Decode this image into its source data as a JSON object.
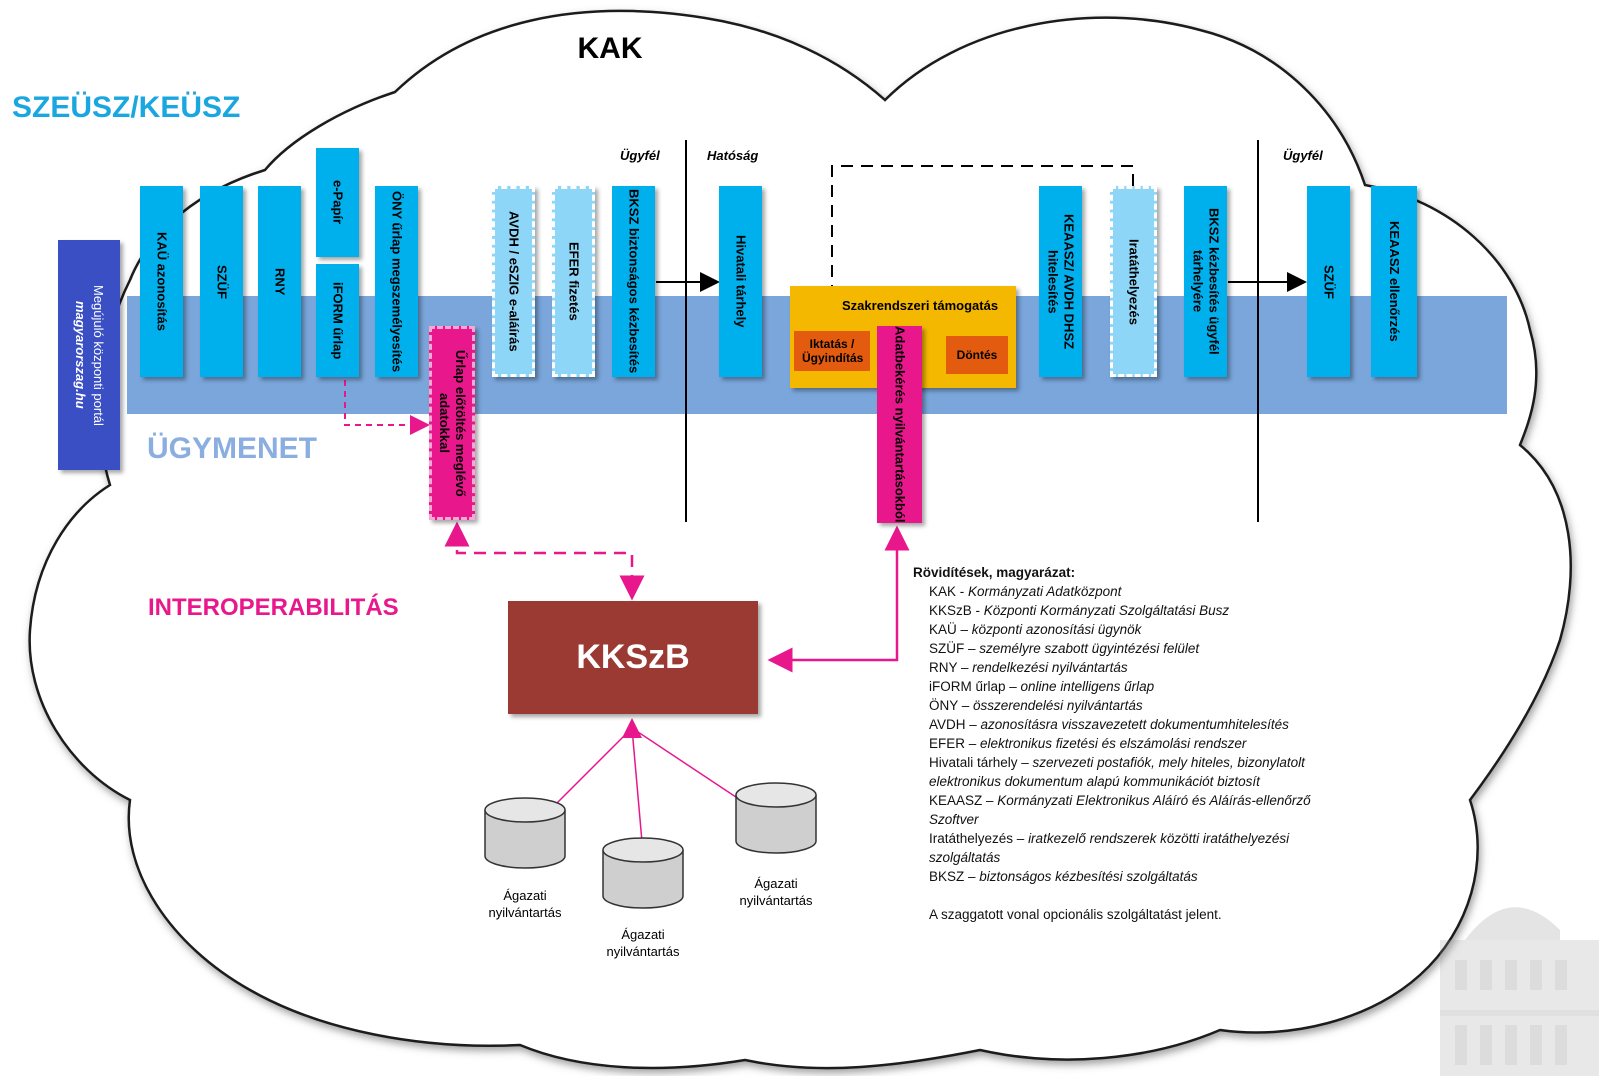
{
  "title_kak": "KAK",
  "label_szeusz": "SZEÜSZ/KEÜSZ",
  "label_ugymenet": "ÜGYMENET",
  "label_interop": "INTEROPERABILITÁS",
  "portal": {
    "line1": "Megújuló központi portál",
    "line2": "magyarorszag.hu"
  },
  "boxes": {
    "kau": "KAÜ azonosítás",
    "szuf1": "SZÜF",
    "rny": "RNY",
    "epapir": "e-Papír",
    "iform": "iFORM űrlap",
    "ony": "ÖNY űrlap megszemélyesítés",
    "urlap": "Űrlap előtöltés meglévő adatokkal",
    "avdh": "AVDH / eSZIG e-aláírás",
    "efer": "EFER fizetés",
    "bksz1": "BKSZ biztonságos kézbesítés",
    "hivatali": "Hivatali tárhely",
    "adatbekeres": "Adatbekérés nyilvántartásokból",
    "keaasz_avdh": "KEAASZ/ AVDH DHSZ hitelesítés",
    "irat": "Iratáthelyezés",
    "bksz2": "BKSZ kézbesítés ügyfél tárhelyére",
    "szuf2": "SZÜF",
    "keaasz_ell": "KEAASZ ellenőrzés"
  },
  "szakrendszer": {
    "title": "Szakrendszeri támogatás",
    "iktatas": "Iktatás / Ügyindítás",
    "dontes": "Döntés"
  },
  "headers": {
    "ugyfel1": "Ügyfél",
    "hatosag": "Hatóság",
    "ugyfel2": "Ügyfél"
  },
  "kkszb": "KKSzB",
  "databases": [
    "Ágazati nyilvántartás",
    "Ágazati nyilvántartás",
    "Ágazati nyilvántartás"
  ],
  "legend": {
    "title": "Rövidítések, magyarázat:",
    "items": [
      {
        "abbr": "KAK - ",
        "desc": "Kormányzati Adatközpont"
      },
      {
        "abbr": "KKSzB - ",
        "desc": "Központi Kormányzati Szolgáltatási Busz"
      },
      {
        "abbr": "KAÜ – ",
        "desc": "központi azonosítási ügynök"
      },
      {
        "abbr": "SZÜF – ",
        "desc": "személyre szabott ügyintézési felület"
      },
      {
        "abbr": "RNY – ",
        "desc": "rendelkezési nyilvántartás"
      },
      {
        "abbr": "iFORM űrlap – ",
        "desc": "online intelligens űrlap"
      },
      {
        "abbr": "ÖNY – ",
        "desc": "összerendelési nyilvántartás"
      },
      {
        "abbr": "AVDH – ",
        "desc": "azonosításra visszavezetett dokumentumhitelesítés"
      },
      {
        "abbr": "EFER – ",
        "desc": "elektronikus fizetési és elszámolási rendszer"
      },
      {
        "abbr": "Hivatali tárhely – ",
        "desc": "szervezeti postafiók, mely hiteles, bizonylatolt"
      },
      {
        "abbr": "",
        "desc": "elektronikus  dokumentum alapú kommunikációt biztosít"
      },
      {
        "abbr": "KEAASZ – ",
        "desc": "Kormányzati Elektronikus Aláíró és Aláírás-ellenőrző"
      },
      {
        "abbr": "",
        "desc": "Szoftver"
      },
      {
        "abbr": "Iratáthelyezés – ",
        "desc": "iratkezelő rendszerek közötti iratáthelyezési"
      },
      {
        "abbr": "",
        "desc": "szolgáltatás"
      },
      {
        "abbr": "BKSZ – ",
        "desc": "biztonságos kézbesítési szolgáltatás"
      }
    ],
    "note": "A szaggatott vonal opcionális szolgáltatást jelent."
  },
  "colors": {
    "service_blue": "#00b0ec",
    "optional_blue": "#8ed6f7",
    "band": "#7aa6db",
    "pink": "#e8178c",
    "orange_panel": "#f5b800",
    "orange_box": "#e35b0e",
    "kkszb": "#9b3a33",
    "portal": "#3a4fc4",
    "title_cyan": "#1aa7e0",
    "interop_pink": "#e8178c",
    "ugymenet_blue": "#8aaedf"
  }
}
